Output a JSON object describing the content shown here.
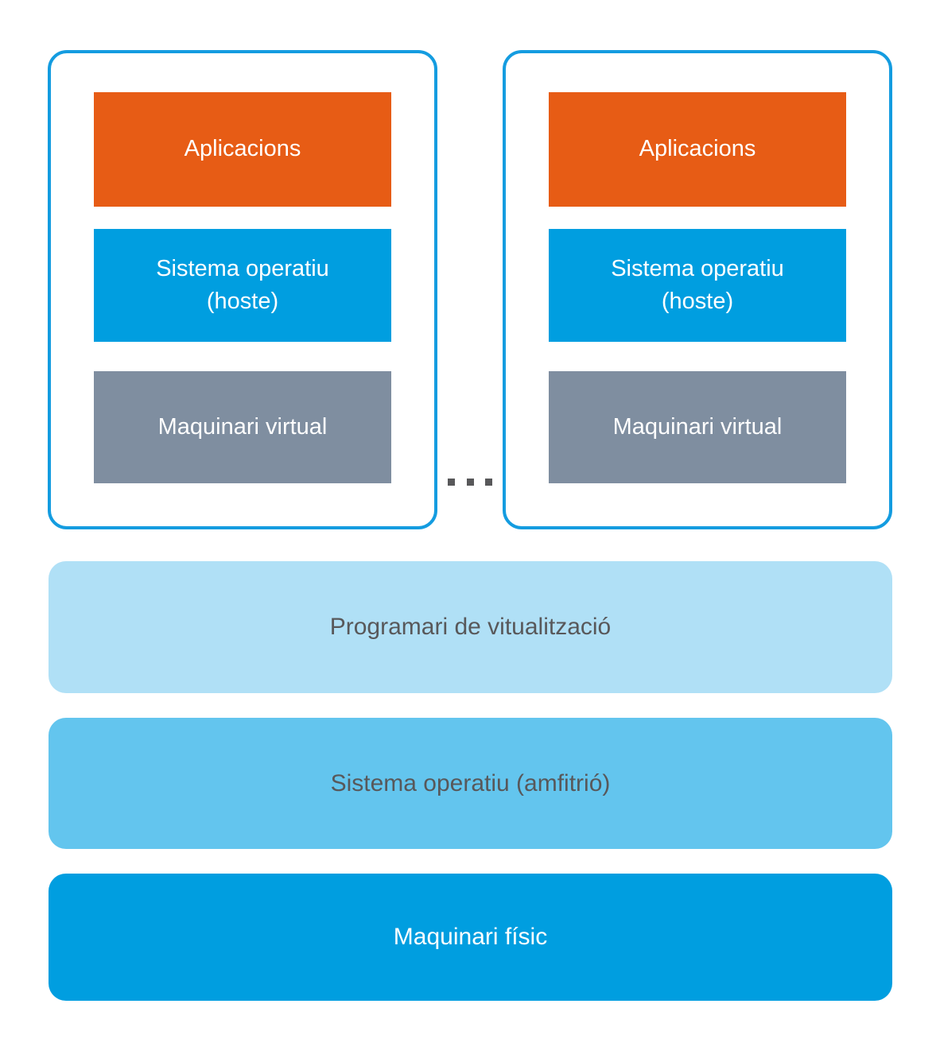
{
  "colors": {
    "orange": "#E75C15",
    "blue": "#009EE0",
    "gray": "#7F8EA0",
    "light_blue": "#B0E0F6",
    "medium_blue": "#63C5EE",
    "container_border": "#149CE0",
    "dark_text": "#58585A",
    "white_text": "#FFFFFF",
    "dots": "#58585A"
  },
  "vm_containers": [
    {
      "name": "virtual-machine-1",
      "layers": [
        {
          "label": "Aplicacions"
        },
        {
          "label": "Sistema operatiu (hoste)"
        },
        {
          "label": "Maquinari virtual"
        }
      ]
    },
    {
      "name": "virtual-machine-2",
      "layers": [
        {
          "label": "Aplicacions"
        },
        {
          "label": "Sistema operatiu (hoste)"
        },
        {
          "label": "Maquinari virtual"
        }
      ]
    }
  ],
  "ellipsis": {
    "icon": "ellipsis-dots",
    "dot_count": 3
  },
  "base_layers": [
    {
      "label": "Programari de vitualització"
    },
    {
      "label": "Sistema operatiu (amfitrió)"
    },
    {
      "label": "Maquinari físic"
    }
  ]
}
